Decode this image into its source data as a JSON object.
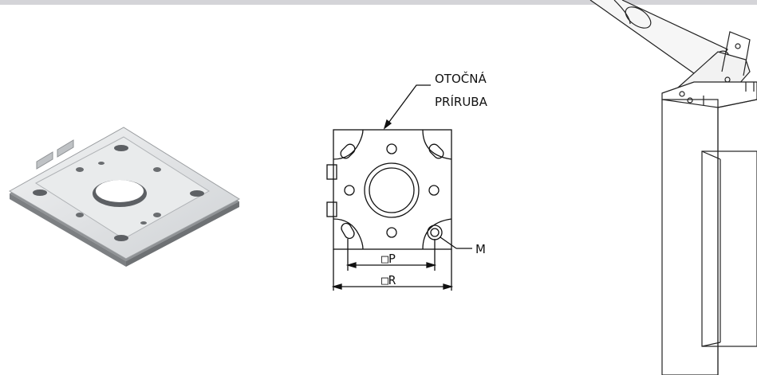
{
  "drawing": {
    "callout_line1": "OTOČNÁ",
    "callout_line2": "PRÍRUBA",
    "label_m": "M",
    "dim_inner": "□P",
    "dim_outer": "□R"
  },
  "colors": {
    "line": "#111111",
    "plate_top": "#e4e6e8",
    "plate_edge": "#8a8d90",
    "background": "#ffffff",
    "top_bar": "#d4d4d8"
  }
}
